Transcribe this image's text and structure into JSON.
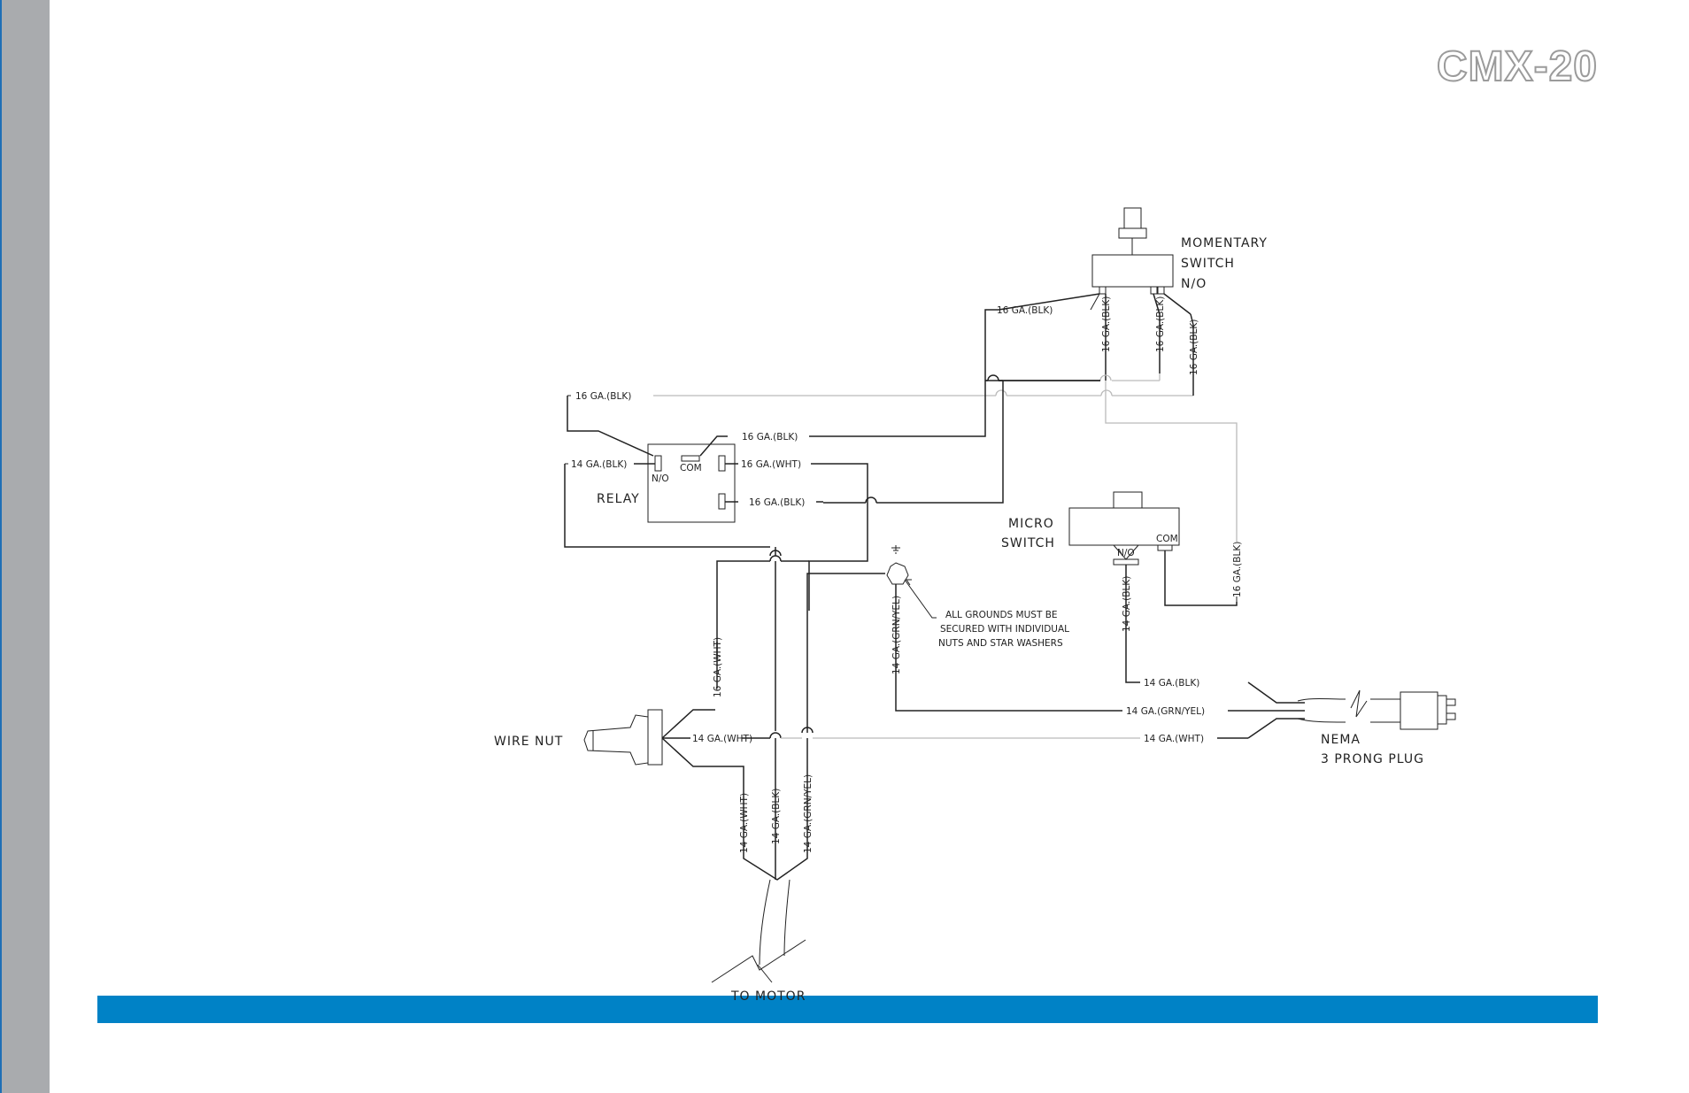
{
  "page": {
    "title": "CMX-20",
    "colors": {
      "accent": "#0082c6",
      "sidebar": "#a9abae",
      "title_outline": "#9b9b9b"
    }
  },
  "diagram": {
    "components": {
      "momentary_switch": [
        "MOMENTARY",
        "SWITCH",
        "N/O"
      ],
      "relay": "RELAY",
      "relay_no": "N/O",
      "relay_com": "COM",
      "micro_switch": [
        "MICRO",
        "SWITCH"
      ],
      "micro_no": "N/O",
      "micro_com": "COM",
      "wire_nut": "WIRE NUT",
      "nema_plug": [
        "NEMA",
        "3 PRONG PLUG"
      ],
      "to_motor": "TO MOTOR",
      "ground_note": [
        "ALL GROUNDS MUST BE",
        "SECURED WITH INDIVIDUAL",
        "NUTS AND STAR WASHERS"
      ]
    },
    "wire_labels": {
      "w16_blk": "16 GA.(BLK)",
      "w14_blk": "14 GA.(BLK)",
      "w16_wht": "16 GA.(WHT)",
      "w14_wht": "14 GA.(WHT)",
      "w14_grn_yel": "14 GA.(GRN/YEL)"
    }
  }
}
